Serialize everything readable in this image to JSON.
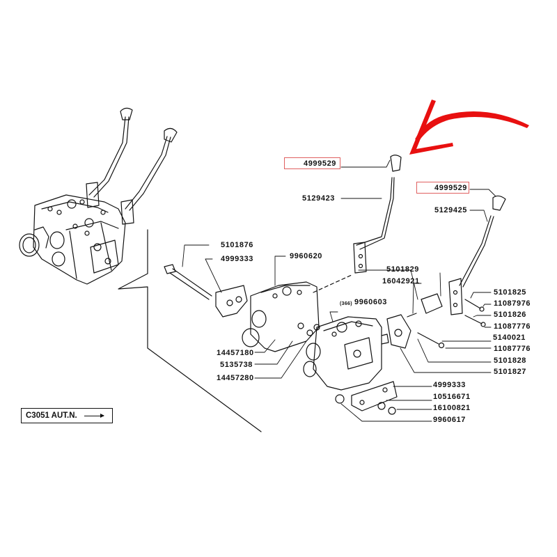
{
  "diagram": {
    "title": "Hydraulic control valve assembly – exploded parts view",
    "highlight_color": "#e06060",
    "arrow_color": "#e81010",
    "highlighted_part": "4999529",
    "reference_box": {
      "label": "C3051 AUT.N.",
      "arrow": "right-arrow"
    },
    "callouts": {
      "knob_left": "4999529",
      "lever_left": "5129423",
      "knob_right": "4999529",
      "lever_right": "5129425",
      "bolt_long": "5101876",
      "bracket_rear": "4999333",
      "valve_section_rear": "9960620",
      "valve_section_front_prefix": "(366)",
      "valve_section_front": "9960603",
      "link": "5101829",
      "screw_link": "16042921",
      "pin_a": "5101825",
      "clip_a": "11087976",
      "pin_b": "5101826",
      "clip_b": "11087776",
      "rod": "5140021",
      "clip_c": "11087776",
      "bracket_pivot_screw": "5101828",
      "bracket_pivot": "5101827",
      "bracket_front": "4999333",
      "washer": "10516671",
      "nut": "16100821",
      "spacer": "9960617",
      "oring_a": "14457180",
      "seal": "5135738",
      "oring_b": "14457280"
    }
  }
}
